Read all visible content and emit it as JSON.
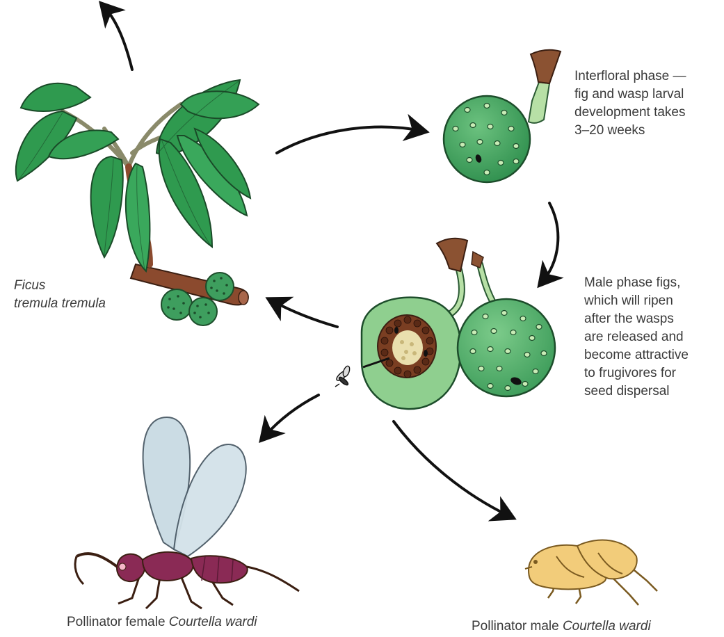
{
  "labels": {
    "ficus_line1": "Ficus",
    "ficus_line2": "tremula tremula",
    "interfloral": [
      "Interfloral phase —",
      "fig and wasp larval",
      "development takes",
      "3–20 weeks"
    ],
    "male_phase": [
      "Male phase figs,",
      "which will ripen",
      "after the wasps",
      "are released and",
      "become attractive",
      "to frugivores for",
      "seed dispersal"
    ],
    "female_caption_prefix": "Pollinator female ",
    "female_caption_species": "Courtella wardi",
    "male_caption_prefix": "Pollinator male ",
    "male_caption_species": "Courtella wardi"
  },
  "colors": {
    "leaf": "#2f9a4f",
    "leaf_dark": "#1f6b36",
    "fig": "#4daa6a",
    "fig_light": "#8fcf8f",
    "branch": "#8b4a2e",
    "female_wasp": "#8a2a55",
    "female_wing": "#c9dbe3",
    "male_wasp": "#f2cc7a",
    "arrow": "#111111"
  },
  "icons": {
    "plant": "fig-tree-branch-icon",
    "receptive_fig": "receptive-fig-icon",
    "male_figs": "male-phase-figs-icon",
    "small_wasp": "small-wasp-icon",
    "female_wasp": "female-wasp-icon",
    "male_wasp": "male-wasp-icon"
  }
}
